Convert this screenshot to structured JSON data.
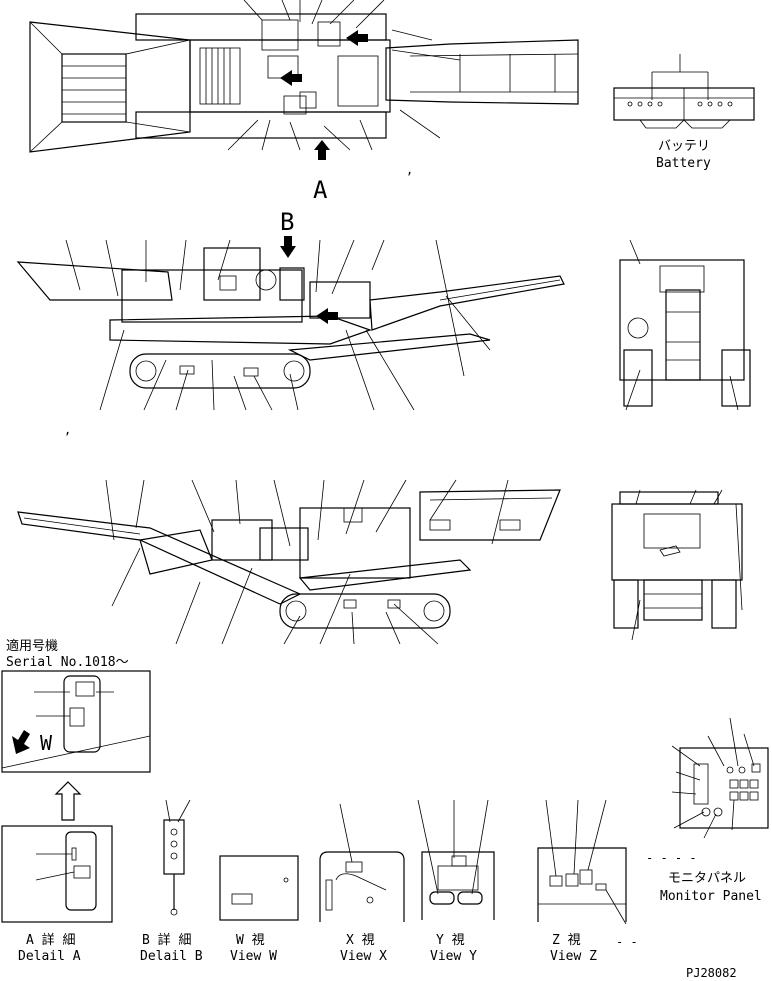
{
  "labels": {
    "view_a_mark": "A",
    "view_b_mark": "B",
    "view_w_mark": "W",
    "battery_jp": "バッテリ",
    "battery_en": "Battery",
    "serial_jp": "適用号機",
    "serial_en": "Serial No.1018～",
    "detail_a_jp": "A 詳 細",
    "detail_a_en": "Delail A",
    "detail_b_jp": "B 詳 細",
    "detail_b_en": "Delail B",
    "view_w_jp": "W 視",
    "view_w_en": "View W",
    "view_x_jp": "X 視",
    "view_x_en": "View X",
    "view_y_jp": "Y 視",
    "view_y_en": "View Y",
    "view_z_jp": "Z 視",
    "view_z_en": "View Z",
    "monitor_jp": "モニタパネル",
    "monitor_en": "Monitor Panel",
    "drawing_no": "PJ28082"
  }
}
